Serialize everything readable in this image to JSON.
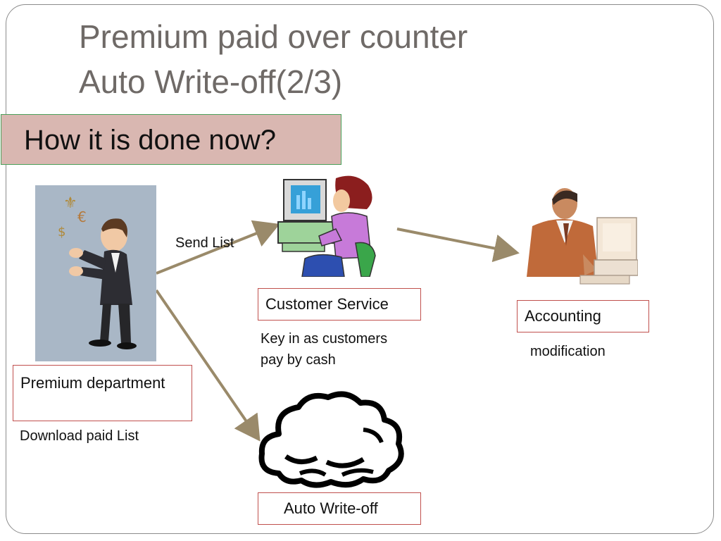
{
  "title": {
    "line1": "Premium paid over counter",
    "line2": "Auto Write-off(2/3)"
  },
  "question": "How it is done now?",
  "nodes": {
    "premium": {
      "label": "Premium department",
      "note": "Download paid List"
    },
    "customer_service": {
      "label": "Customer Service",
      "note_line1": "Key in as customers",
      "note_line2": "pay by cash"
    },
    "accounting": {
      "label": "Accounting",
      "note": "modification"
    },
    "auto_writeoff": {
      "label": "Auto Write-off"
    }
  },
  "edges": {
    "send_list": "Send List"
  },
  "colors": {
    "arrow": "#9a8a6a",
    "label_border": "#c0504d",
    "question_fill": "#d9b7b1",
    "question_border": "#4aa05a",
    "title": "#6f6a67"
  }
}
